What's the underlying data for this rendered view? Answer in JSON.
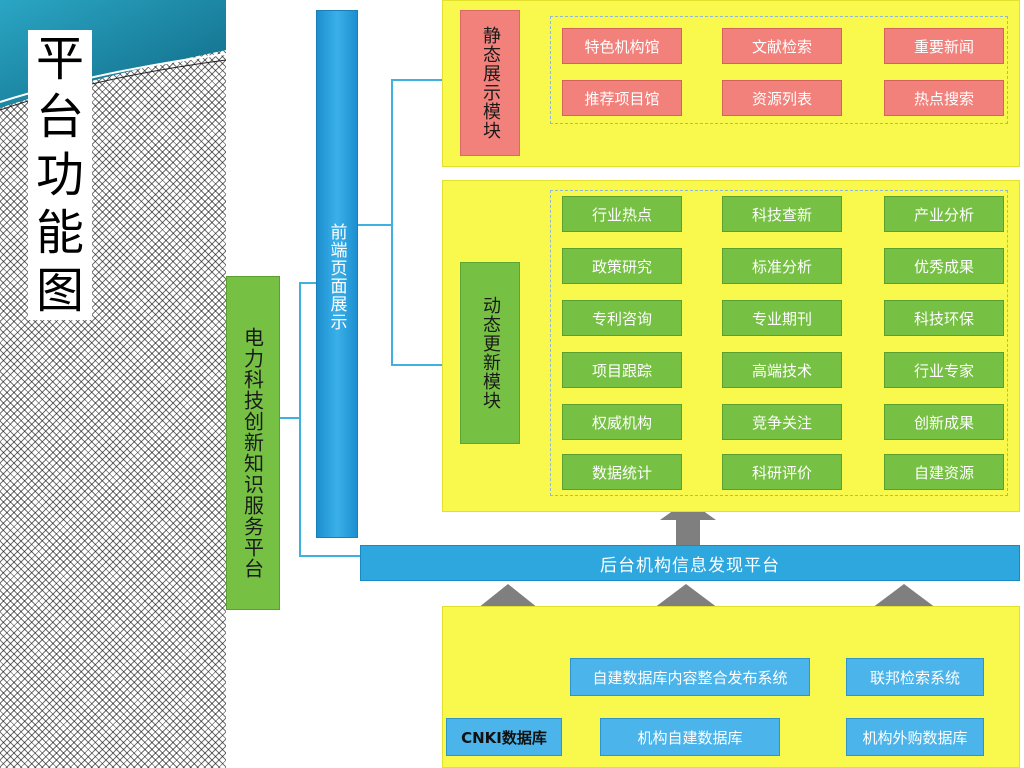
{
  "sidebar": {
    "title": "平台功能图"
  },
  "main_platform": {
    "label": "电力科技创新知识服务平台"
  },
  "front": {
    "label": "前端页面展示"
  },
  "static_module": {
    "label": "静态展示模块",
    "items": [
      "特色机构馆",
      "文献检索",
      "重要新闻",
      "推荐项目馆",
      "资源列表",
      "热点搜索"
    ]
  },
  "dynamic_module": {
    "label": "动态更新模块",
    "items": [
      "行业热点",
      "科技查新",
      "产业分析",
      "政策研究",
      "标准分析",
      "优秀成果",
      "专利咨询",
      "专业期刊",
      "科技环保",
      "项目跟踪",
      "高端技术",
      "行业专家",
      "权威机构",
      "竞争关注",
      "创新成果",
      "数据统计",
      "科研评价",
      "自建资源"
    ]
  },
  "backend": {
    "label": "后台机构信息发现平台"
  },
  "sources": {
    "cnki": "CNKI数据库",
    "self_built_db": "机构自建数据库",
    "purchased_db": "机构外购数据库",
    "publish_system": "自建数据库内容整合发布系统",
    "federated_search": "联邦检索系统"
  },
  "colors": {
    "yellow": "#f9f84d",
    "pink": "#f2817c",
    "green": "#76c043",
    "blue": "#4bb4ea",
    "sidebar_teal": "#1b7fa0",
    "arrow_gray": "#7f7f7f"
  }
}
